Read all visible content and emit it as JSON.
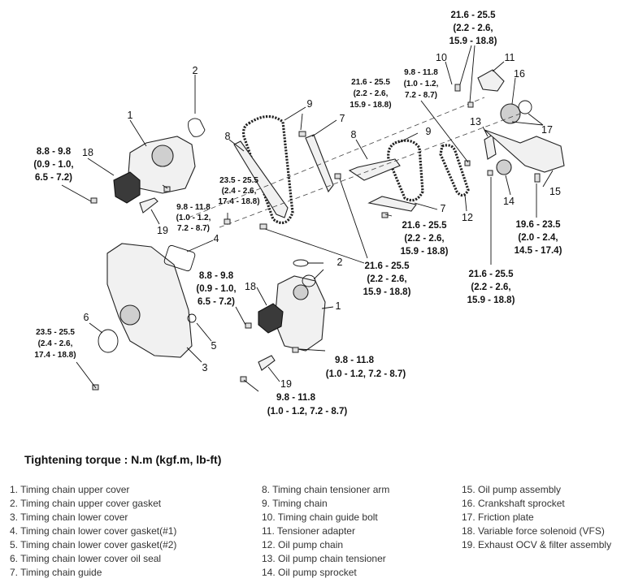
{
  "torques": {
    "t1": [
      "21.6 - 25.5",
      "(2.2 - 2.6,",
      "15.9 - 18.8)"
    ],
    "t2": [
      "9.8 - 11.8",
      "(1.0 - 1.2,",
      "7.2 - 8.7)"
    ],
    "t3": [
      "21.6 - 25.5",
      "(2.2 - 2.6,",
      "15.9 - 18.8)"
    ],
    "t4": [
      "8.8 - 9.8",
      "(0.9 - 1.0,",
      "6.5 - 7.2)"
    ],
    "t5": [
      "23.5 - 25.5",
      "(2.4 - 2.6,",
      "17.4 - 18.8)"
    ],
    "t6": [
      "9.8 - 11.8",
      "(1.0 - 1.2,",
      "7.2 - 8.7)"
    ],
    "t7": [
      "21.6 - 25.5",
      "(2.2 - 2.6,",
      "15.9 - 18.8)"
    ],
    "t8": [
      "19.6 - 23.5",
      "(2.0 - 2.4,",
      "14.5 - 17.4)"
    ],
    "t9": [
      "21.6 - 25.5",
      "(2.2 - 2.6,",
      "15.9 - 18.8)"
    ],
    "t10": [
      "21.6 - 25.5",
      "(2.2 - 2.6,",
      "15.9 - 18.8)"
    ],
    "t11": [
      "8.8 - 9.8",
      "(0.9 - 1.0,",
      "6.5 - 7.2)"
    ],
    "t12": [
      "23.5 - 25.5",
      "(2.4 - 2.6,",
      "17.4 - 18.8)"
    ],
    "t13": [
      "9.8 - 11.8",
      "(1.0 - 1.2, 7.2 - 8.7)"
    ],
    "t14": [
      "9.8 - 11.8",
      "(1.0 - 1.2, 7.2 - 8.7)"
    ]
  },
  "callouts": [
    "1",
    "2",
    "3",
    "4",
    "5",
    "6",
    "7",
    "8",
    "9",
    "10",
    "11",
    "12",
    "13",
    "14",
    "15",
    "16",
    "17",
    "18",
    "19"
  ],
  "legend": {
    "title": "Tightening torque : N.m (kgf.m, lb-ft)",
    "col1": [
      "1. Timing chain upper cover",
      "2. Timing chain upper cover gasket",
      "3. Timing chain lower cover",
      "4. Timing chain lower cover gasket(#1)",
      "5. Timing chain lower cover gasket(#2)",
      "6. Timing chain lower cover oil seal",
      "7. Timing chain guide"
    ],
    "col2": [
      "8. Timing chain tensioner arm",
      "9. Timing chain",
      "10. Timing chain guide bolt",
      "11. Tensioner adapter",
      "12. Oil pump chain",
      "13. Oil pump chain tensioner",
      "14. Oil pump sprocket"
    ],
    "col3": [
      "15. Oil pump assembly",
      "16. Crankshaft sprocket",
      "17. Friction plate",
      "18. Variable force solenoid (VFS)",
      "19. Exhaust OCV & filter assembly"
    ]
  }
}
